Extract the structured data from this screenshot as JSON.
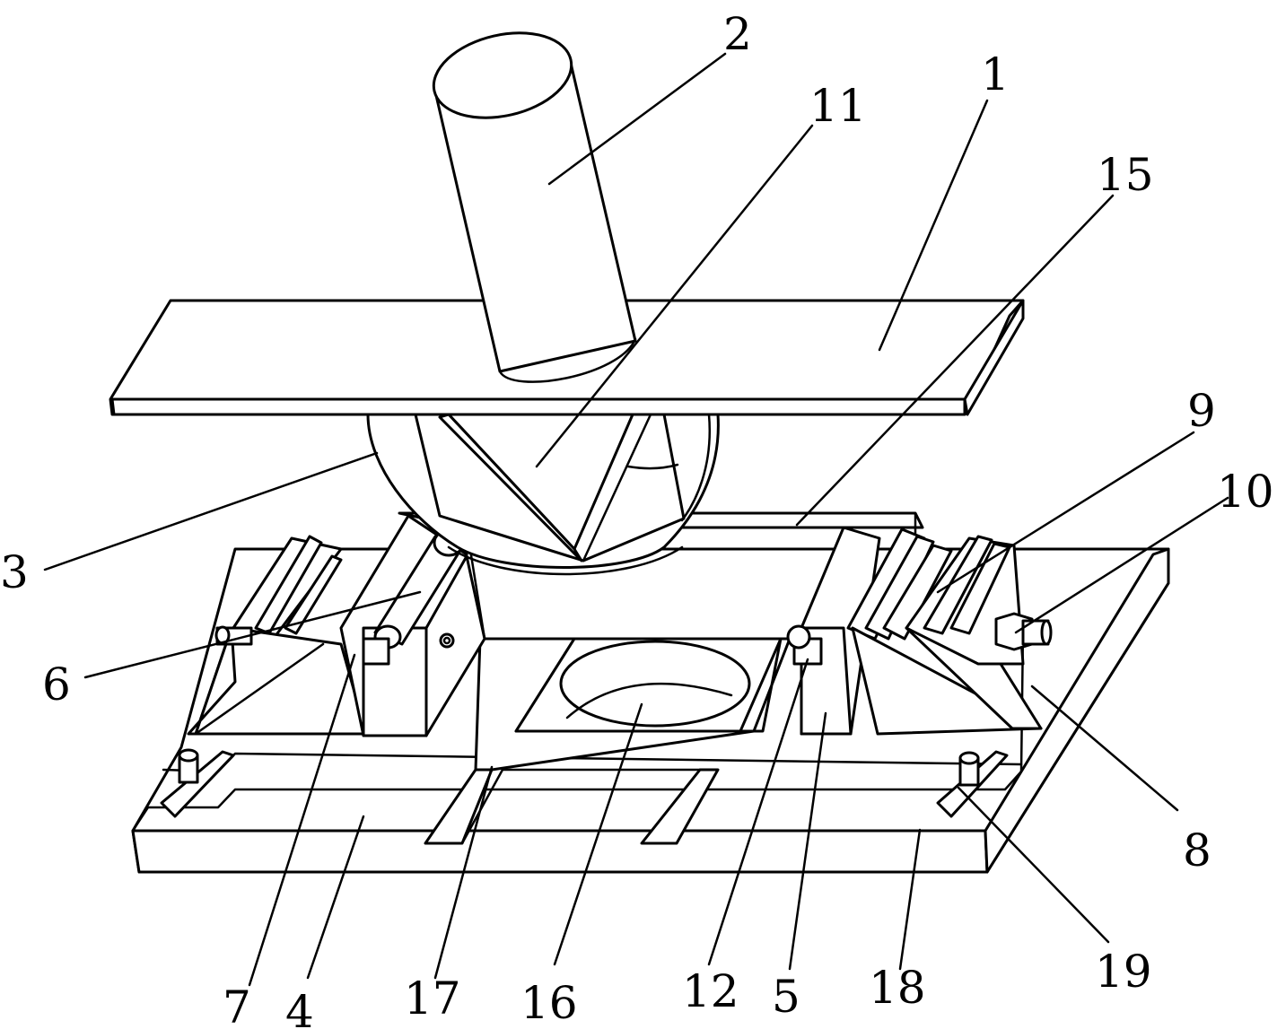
{
  "figure": {
    "line_color": "#000000",
    "background_color": "#ffffff",
    "reference_numerals": {
      "n1": "1",
      "n2": "2",
      "n3": "3",
      "n4": "4",
      "n5": "5",
      "n6": "6",
      "n7": "7",
      "n8": "8",
      "n9": "9",
      "n10": "10",
      "n11": "11",
      "n12": "12",
      "n15": "15",
      "n16": "16",
      "n17": "17",
      "n18": "18",
      "n19": "19"
    }
  }
}
